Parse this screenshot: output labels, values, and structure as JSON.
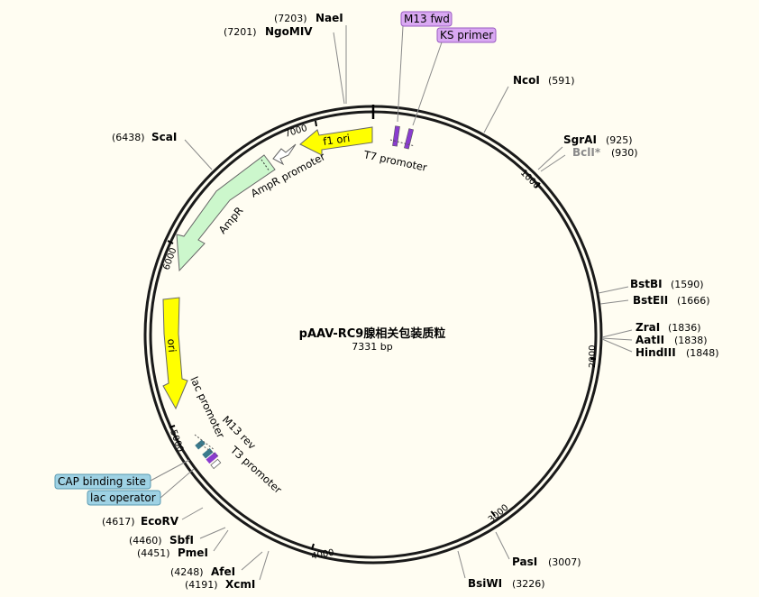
{
  "plasmid": {
    "name": "pAAV-RC9腺相关包装质粒",
    "length_label": "7331 bp",
    "length": 7331
  },
  "ticks": [
    "1000",
    "2000",
    "3000",
    "4000",
    "5000",
    "6000",
    "7000"
  ],
  "sites": [
    {
      "name": "NaeI",
      "pos": "(7203)"
    },
    {
      "name": "NgoMIV",
      "pos": "(7201)"
    },
    {
      "name": "NcoI",
      "pos": "(591)"
    },
    {
      "name": "SgrAI",
      "pos": "(925)"
    },
    {
      "name": "BclI*",
      "pos": "(930)"
    },
    {
      "name": "BstBI",
      "pos": "(1590)"
    },
    {
      "name": "BstEII",
      "pos": "(1666)"
    },
    {
      "name": "ZraI",
      "pos": "(1836)"
    },
    {
      "name": "AatII",
      "pos": "(1838)"
    },
    {
      "name": "HindIII",
      "pos": "(1848)"
    },
    {
      "name": "PasI",
      "pos": "(3007)"
    },
    {
      "name": "BsiWI",
      "pos": "(3226)"
    },
    {
      "name": "XcmI",
      "pos": "(4191)"
    },
    {
      "name": "AfeI",
      "pos": "(4248)"
    },
    {
      "name": "PmeI",
      "pos": "(4451)"
    },
    {
      "name": "SbfI",
      "pos": "(4460)"
    },
    {
      "name": "EcoRV",
      "pos": "(4617)"
    },
    {
      "name": "ScaI",
      "pos": "(6438)"
    }
  ],
  "features": {
    "f1_ori": "f1 ori",
    "t7_promoter": "T7 promoter",
    "ampr_promoter": "AmpR promoter",
    "ampr": "AmpR",
    "ori": "ori",
    "lac_promoter": "lac promoter",
    "m13_rev": "M13 rev",
    "t3_promoter": "T3 promoter"
  },
  "primer_boxes": {
    "m13_fwd": "M13 fwd",
    "ks_primer": "KS primer",
    "cap_binding_site": "CAP binding site",
    "lac_operator": "lac operator"
  },
  "colors": {
    "background": "#fffdf2",
    "backbone": "#1a1a1a",
    "f1_ori": "#ffff00",
    "ori": "#ffff00",
    "ampr": "#ccf7cc",
    "primer_purple": "#d9a8f2",
    "cap_lac": "#9fd2e4",
    "dim_site": "#8a8a8a"
  }
}
